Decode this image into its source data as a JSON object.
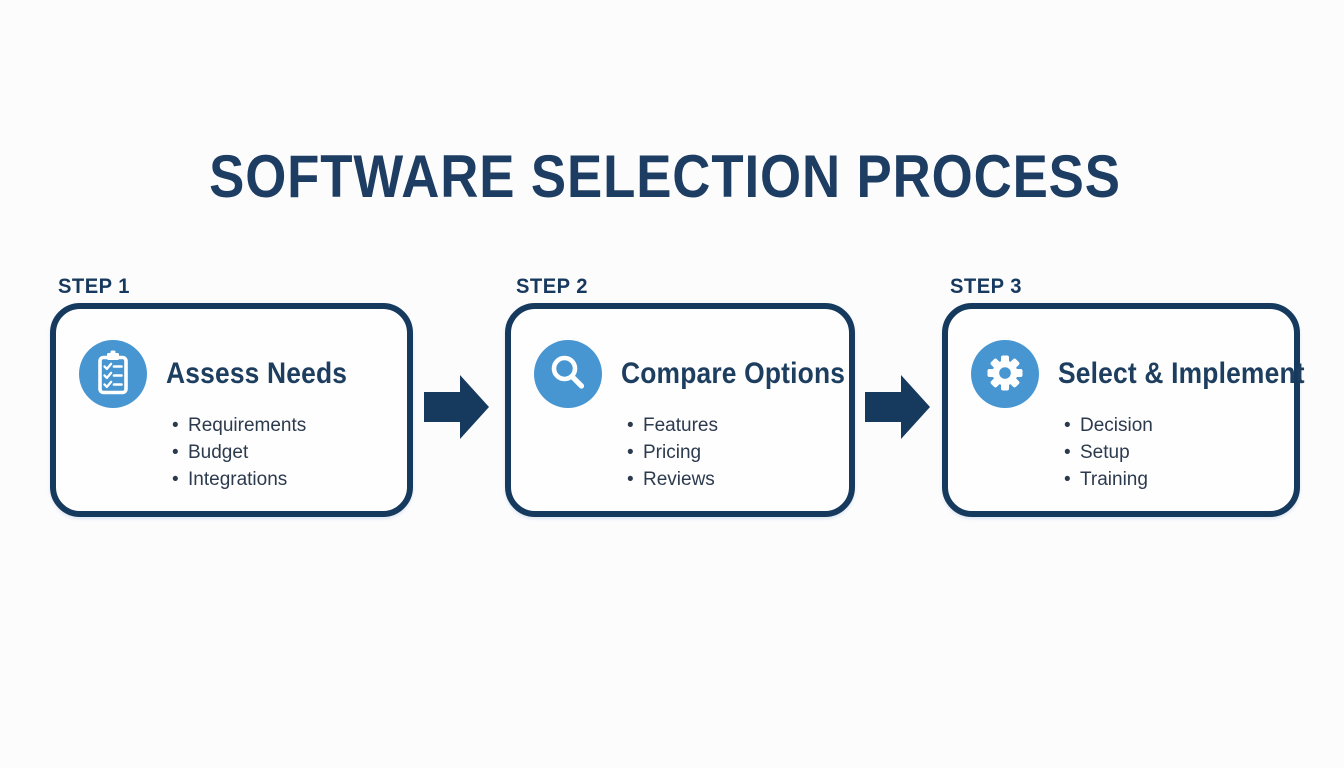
{
  "title": "SOFTWARE SELECTION PROCESS",
  "colors": {
    "navy": "#16395e",
    "title_navy": "#1e3d63",
    "heading_navy": "#1d3e5f",
    "bullet_text": "#2c3a4e",
    "accent_blue": "#4796d2",
    "background": "#fcfcfd",
    "box_fill": "#fefefe"
  },
  "steps": [
    {
      "label": "STEP 1",
      "heading": "Assess Needs",
      "icon": "clipboard-checklist-icon",
      "bullets": [
        "Requirements",
        "Budget",
        "Integrations"
      ]
    },
    {
      "label": "STEP 2",
      "heading": "Compare Options",
      "icon": "magnifier-icon",
      "bullets": [
        "Features",
        "Pricing",
        "Reviews"
      ]
    },
    {
      "label": "STEP 3",
      "heading": "Select & Implement",
      "icon": "gear-icon",
      "bullets": [
        "Decision",
        "Setup",
        "Training"
      ]
    }
  ],
  "connectors": [
    "arrow-right",
    "arrow-right"
  ]
}
